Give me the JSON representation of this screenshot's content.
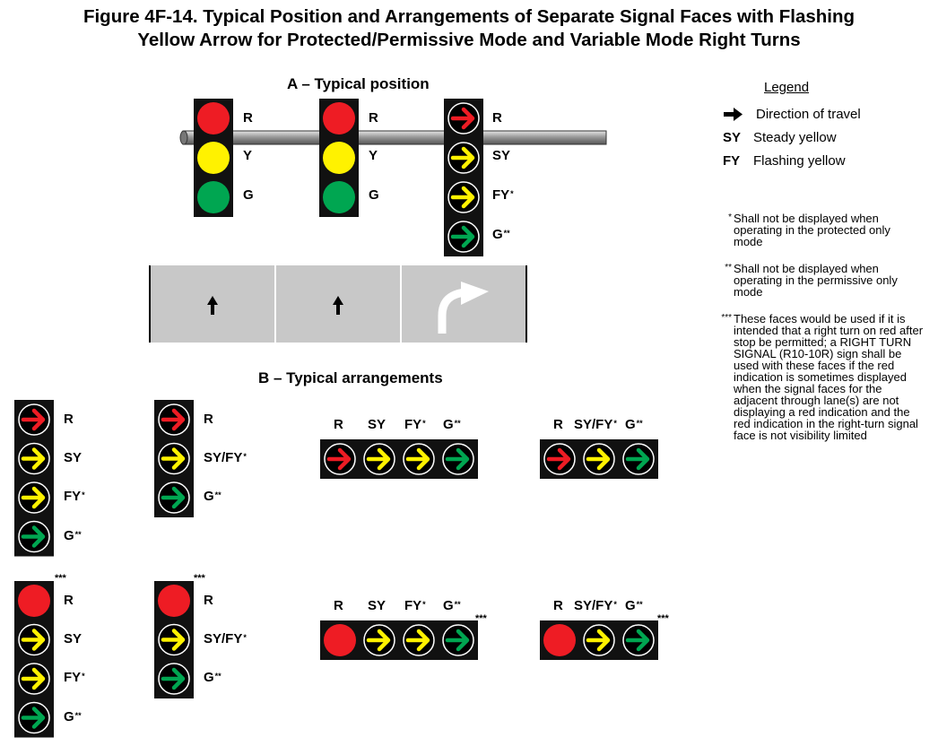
{
  "title_line1": "Figure 4F-14.  Typical Position and Arrangements of Separate Signal Faces with Flashing",
  "title_line2": "Yellow Arrow for Protected/Permissive Mode and Variable Mode Right Turns",
  "section_a_title": "A – Typical position",
  "section_b_title": "B – Typical arrangements",
  "colors": {
    "red": "#ee1c24",
    "yellow": "#fff200",
    "green": "#00a651",
    "housing": "#111111",
    "road": "#c8c8c8"
  },
  "labels": {
    "R": "R",
    "Y": "Y",
    "G": "G",
    "SY": "SY",
    "FY": "FY",
    "G2": "G",
    "SYFY": "SY/FY",
    "star1": "*",
    "star2": "**",
    "star3": "***"
  },
  "legend": {
    "heading": "Legend",
    "items": [
      {
        "symbol": "arrow-icon",
        "text": "Direction of travel"
      },
      {
        "symbol": "SY",
        "text": "Steady yellow"
      },
      {
        "symbol": "FY",
        "text": "Flashing yellow"
      }
    ]
  },
  "notes": [
    {
      "mark": "*",
      "text": "Shall not be displayed when operating in the protected only mode"
    },
    {
      "mark": "**",
      "text": "Shall not be displayed when operating in the permissive only mode"
    },
    {
      "mark": "***",
      "text": "These faces would be used if it is intended that a right turn on red after stop be permitted; a RIGHT TURN SIGNAL (R10-10R) sign shall be used with these faces if the red indication is sometimes displayed when the signal faces for the adjacent through lane(s) are not displaying a red indication and the red indication in the right-turn signal face is not visibility limited"
    }
  ]
}
